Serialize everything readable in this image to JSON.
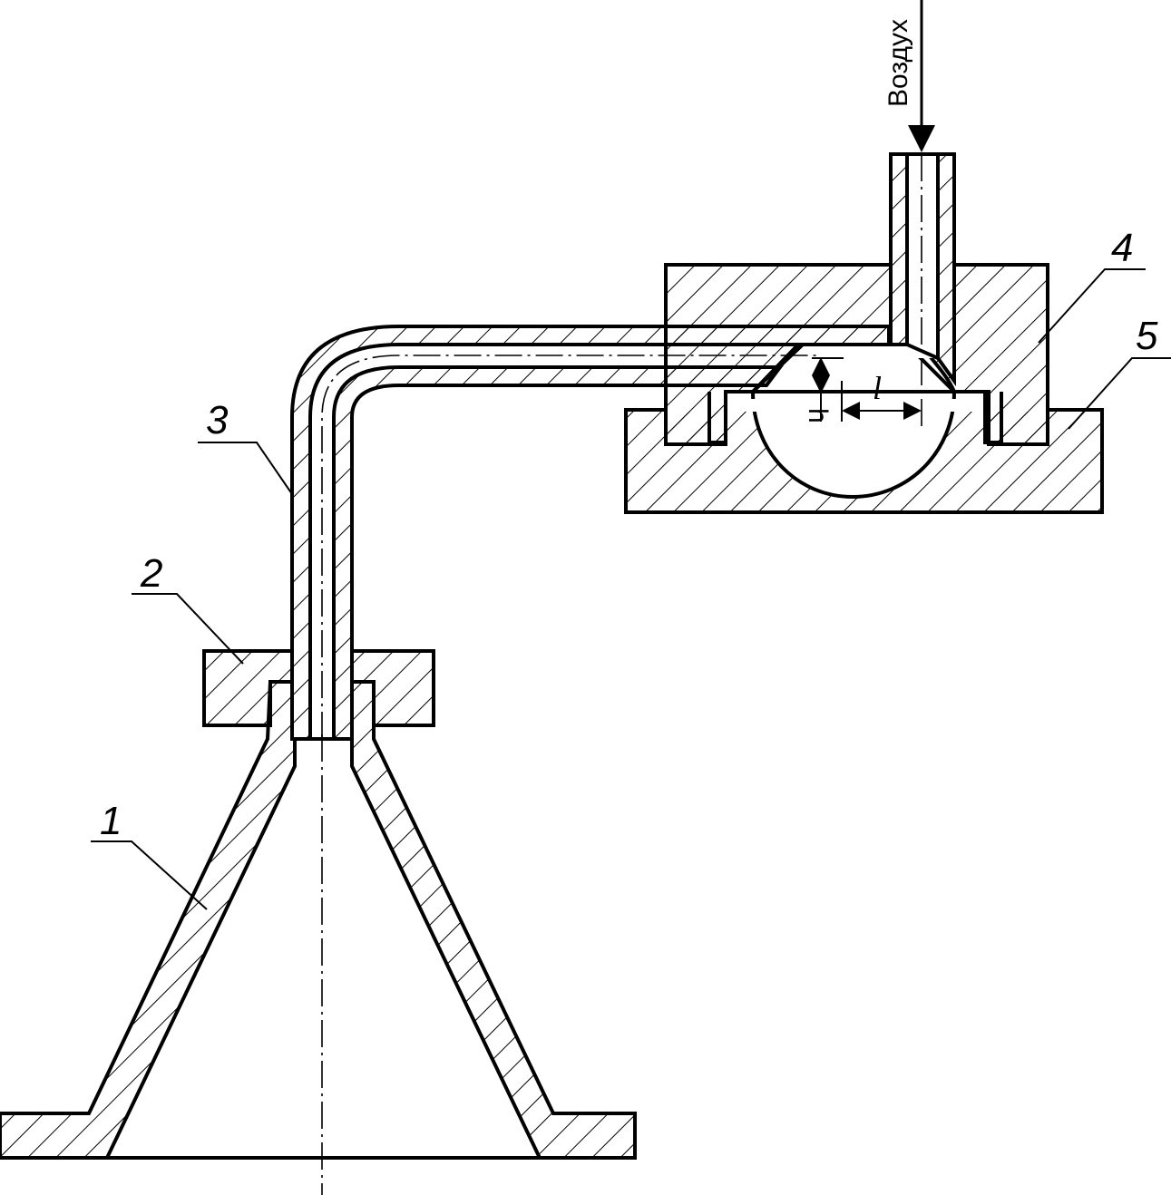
{
  "labels": {
    "part1": "1",
    "part2": "2",
    "part3": "3",
    "part4": "4",
    "part5": "5"
  },
  "air_inlet_label": "Воздух",
  "dimensions": {
    "height": "h",
    "length": "l"
  }
}
